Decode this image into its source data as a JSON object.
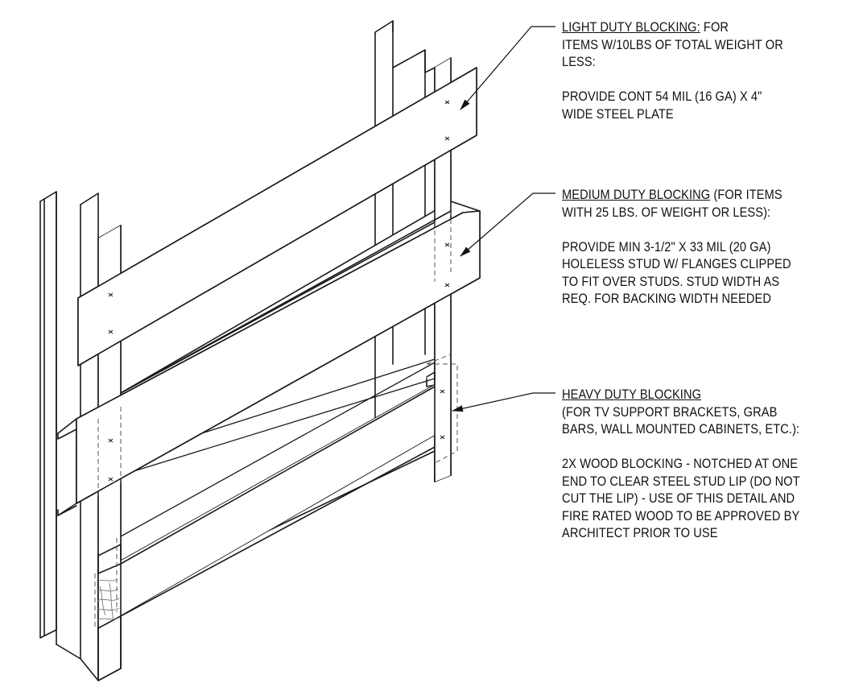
{
  "notes": {
    "light": {
      "heading": "LIGHT DUTY BLOCKING:",
      "heading_rest": " FOR",
      "line2": "ITEMS W/10LBS OF TOTAL WEIGHT OR",
      "line3": "LESS:",
      "desc1": "PROVIDE CONT 54 MIL (16 GA) X 4\"",
      "desc2": "WIDE STEEL PLATE"
    },
    "medium": {
      "heading": "MEDIUM DUTY BLOCKING",
      "heading_rest": " (FOR ITEMS",
      "line2": "WITH 25 LBS. OF WEIGHT OR LESS):",
      "desc1": "PROVIDE MIN 3-1/2\" X 33 MIL (20 GA)",
      "desc2": "HOLELESS STUD W/ FLANGES CLIPPED",
      "desc3": "TO FIT OVER STUDS. STUD WIDTH AS",
      "desc4": "REQ. FOR BACKING WIDTH NEEDED"
    },
    "heavy": {
      "heading": "HEAVY DUTY BLOCKING",
      "line2": "(FOR TV SUPPORT BRACKETS, GRAB",
      "line3": "BARS, WALL MOUNTED CABINETS, ETC.):",
      "desc1": "2X WOOD BLOCKING - NOTCHED AT ONE",
      "desc2": "END TO CLEAR STEEL STUD LIP (DO NOT",
      "desc3": "CUT THE LIP) - USE OF THIS DETAIL AND",
      "desc4": "FIRE RATED WOOD TO BE APPROVED BY",
      "desc5": "ARCHITECT PRIOR TO USE"
    }
  },
  "colors": {
    "line": "#1a1a1a",
    "hidden": "#555555",
    "grain": "#777777"
  }
}
